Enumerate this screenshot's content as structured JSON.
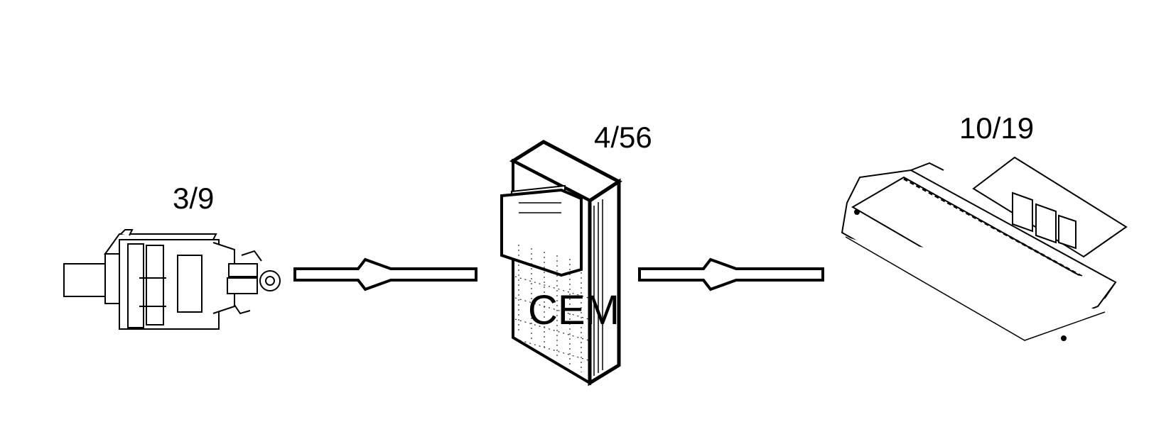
{
  "components": {
    "left": {
      "label": "3/9",
      "icon": "actuator-unit-icon"
    },
    "center": {
      "label": "4/56",
      "icon": "control-module-icon",
      "text": "CEM"
    },
    "right": {
      "label": "10/19",
      "icon": "tray-panel-icon"
    }
  },
  "colors": {
    "stroke": "#000000",
    "background": "#ffffff"
  }
}
